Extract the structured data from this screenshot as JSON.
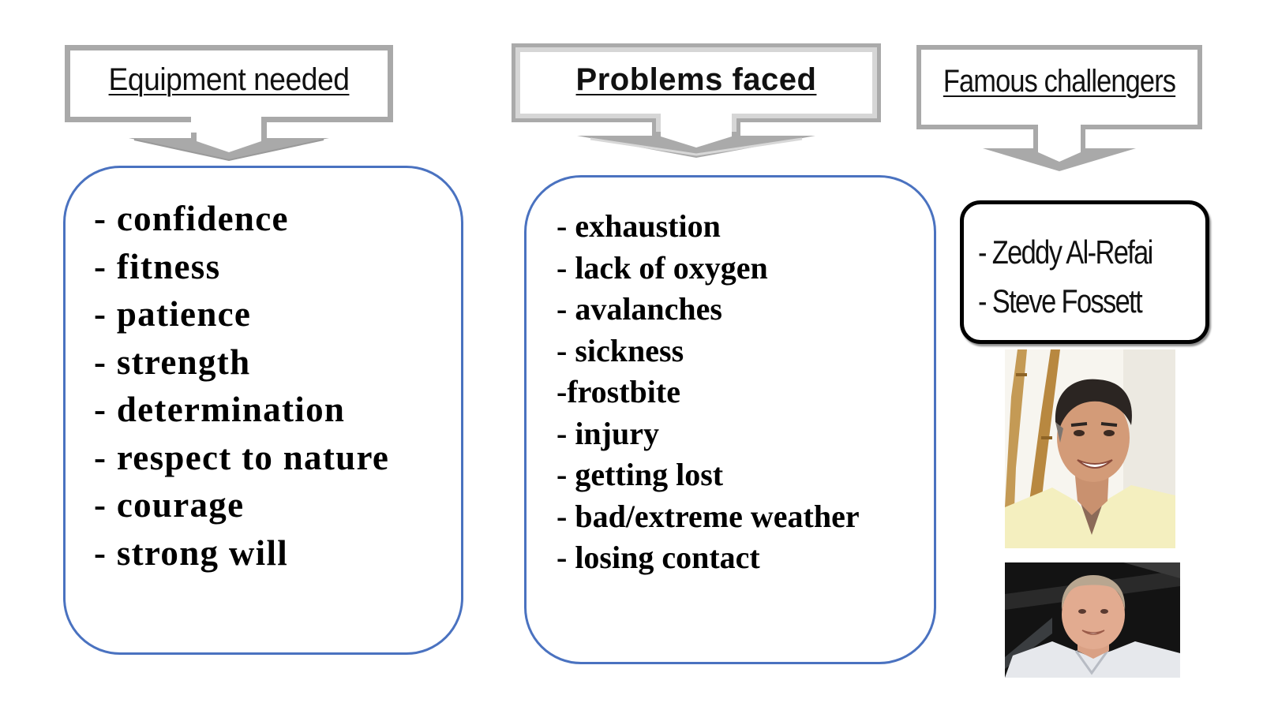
{
  "columns": {
    "equipment": {
      "title": "Equipment needed",
      "items": [
        "- confidence",
        "- fitness",
        "- patience",
        "- strength",
        "- determination",
        "- respect to nature",
        "- courage",
        "- strong will"
      ]
    },
    "problems": {
      "title": "Problems faced",
      "items": [
        "- exhaustion",
        "- lack of oxygen",
        "- avalanches",
        "- sickness",
        "-frostbite",
        "- injury",
        "- getting lost",
        "- bad/extreme weather",
        "- losing contact"
      ]
    },
    "famous": {
      "title": "Famous challengers",
      "items": [
        "- Zeddy Al-Refai",
        "- Steve Fossett"
      ],
      "photos": [
        {
          "subject": "Zeddy Al-Refai",
          "description": "smiling man in light yellow shirt beside bamboo poles"
        },
        {
          "subject": "Steve Fossett",
          "description": "smiling man in white racing suit on dark background"
        }
      ]
    }
  },
  "colors": {
    "box_border": "#4a72c0",
    "callout_gray": "#a8a8a8",
    "text": "#000000"
  }
}
